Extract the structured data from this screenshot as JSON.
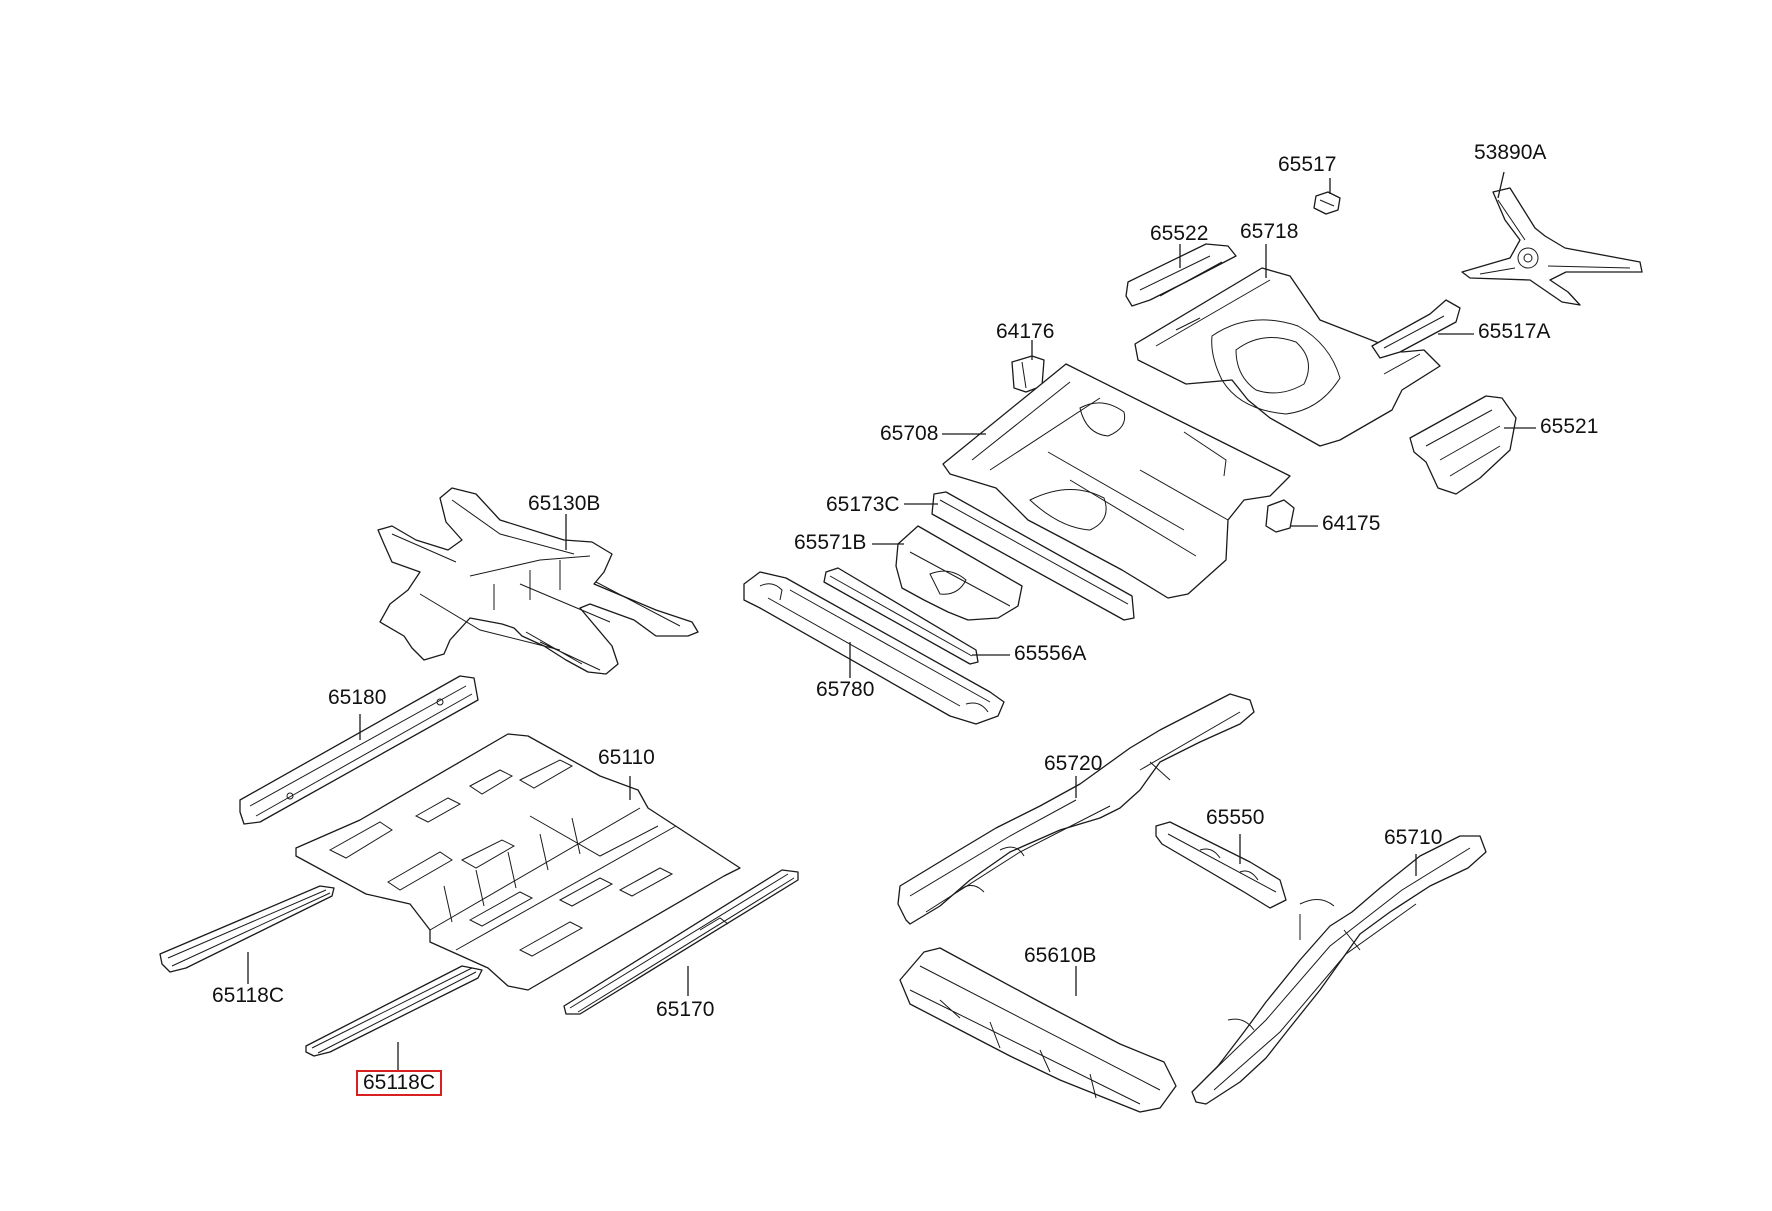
{
  "colors": {
    "line": "#1a1a1a",
    "highlight": "#d82020",
    "background": "#ffffff"
  },
  "parts": {
    "p65517": "65517",
    "p53890A": "53890A",
    "p65522": "65522",
    "p65718": "65718",
    "p64176": "64176",
    "p65517A": "65517A",
    "p65708": "65708",
    "p65521": "65521",
    "p65130B": "65130B",
    "p65173C": "65173C",
    "p64175": "64175",
    "p65571B": "65571B",
    "p65556A": "65556A",
    "p65780": "65780",
    "p65180": "65180",
    "p65110": "65110",
    "p65720": "65720",
    "p65550": "65550",
    "p65710": "65710",
    "p65118C_upper": "65118C",
    "p65170": "65170",
    "p65610B": "65610B",
    "p65118C_selected": "65118C"
  },
  "selected_part": "65118C"
}
